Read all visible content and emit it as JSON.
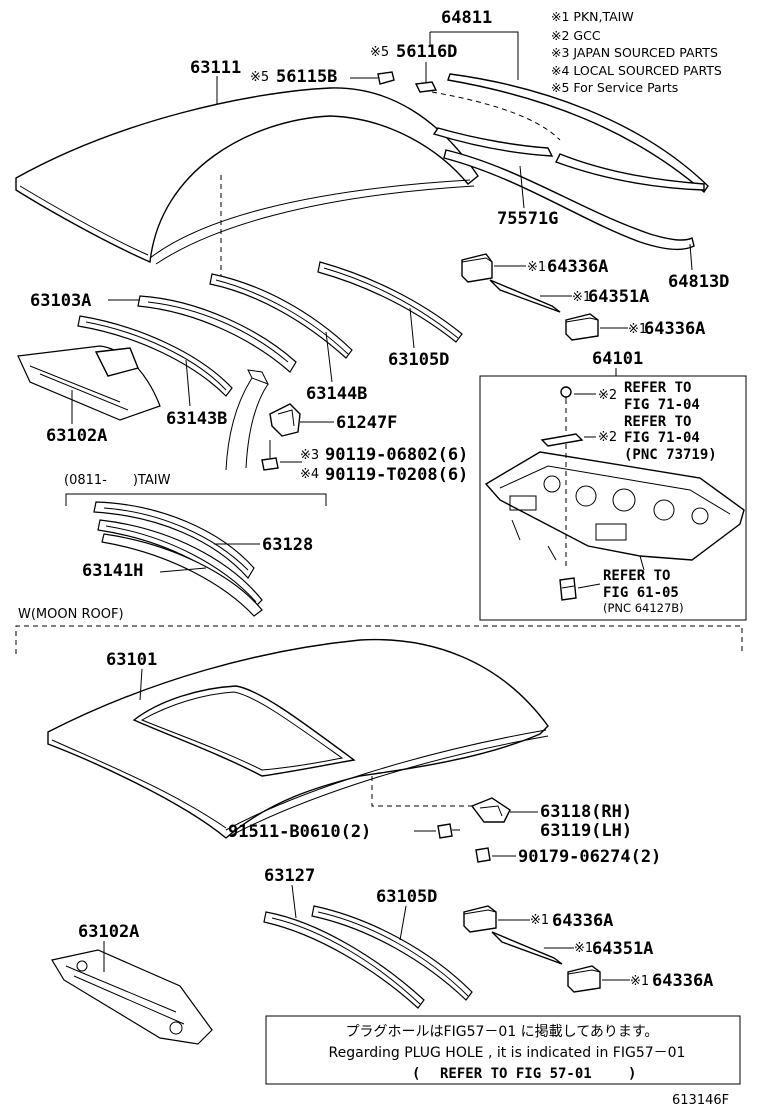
{
  "notes": [
    "※1 PKN,TAIW",
    "※2 GCC",
    "※3 JAPAN SOURCED PARTS",
    "※4 LOCAL SOURCED PARTS",
    "※5 For Service Parts"
  ],
  "top_section": {
    "group_label": "(0811-　　)TAIW",
    "parts": {
      "p64811": "64811",
      "p56116D": "56116D",
      "p56116D_mark": "※5",
      "p63111": "63111",
      "p56115B": "56115B",
      "p56115B_mark": "※5",
      "p75571G": "75571G",
      "p64813D": "64813D",
      "p64336A_1": "64336A",
      "p64351A_1": "64351A",
      "p64336A_2": "64336A",
      "mark1": "※1",
      "p64101": "64101",
      "p63103A": "63103A",
      "p63105D": "63105D",
      "p63144B": "63144B",
      "p63102A": "63102A",
      "p63143B": "63143B",
      "p61247F": "61247F",
      "p90119_06802": "90119-06802(6)",
      "p90119_06802_mark": "※3",
      "p90119_T0208": "90119-T0208(6)",
      "p90119_T0208_mark": "※4",
      "p63128": "63128",
      "p63141H": "63141H"
    },
    "refer_box": {
      "mark2": "※2",
      "line1a": "REFER TO",
      "line1b": "FIG 71-04",
      "line2a": "REFER TO",
      "line2b": "FIG 71-04",
      "line2c": "(PNC 73719)",
      "line3a": "REFER TO",
      "line3b": "FIG 61-05",
      "line3c": "(PNC 64127B)"
    }
  },
  "moon_roof_section": {
    "label": "W(MOON ROOF)",
    "parts": {
      "p63101": "63101",
      "p63118": "63118(RH)",
      "p63119": "63119(LH)",
      "p91511": "91511-B0610(2)",
      "p90179": "90179-06274(2)",
      "p63127": "63127",
      "p63105D": "63105D",
      "p64336A_1": "64336A",
      "p64351A": "64351A",
      "p64336A_2": "64336A",
      "mark1": "※1",
      "p63102A": "63102A"
    }
  },
  "plug_note": {
    "jp": "プラグホールはFIG57－01 に掲載してあります。",
    "en": "Regarding  PLUG HOLE , it is  indicated  in  FIG57－01",
    "refer_open": "(",
    "refer": "REFER TO FIG 57-01",
    "refer_close": ")"
  },
  "figure_id": "613146F"
}
